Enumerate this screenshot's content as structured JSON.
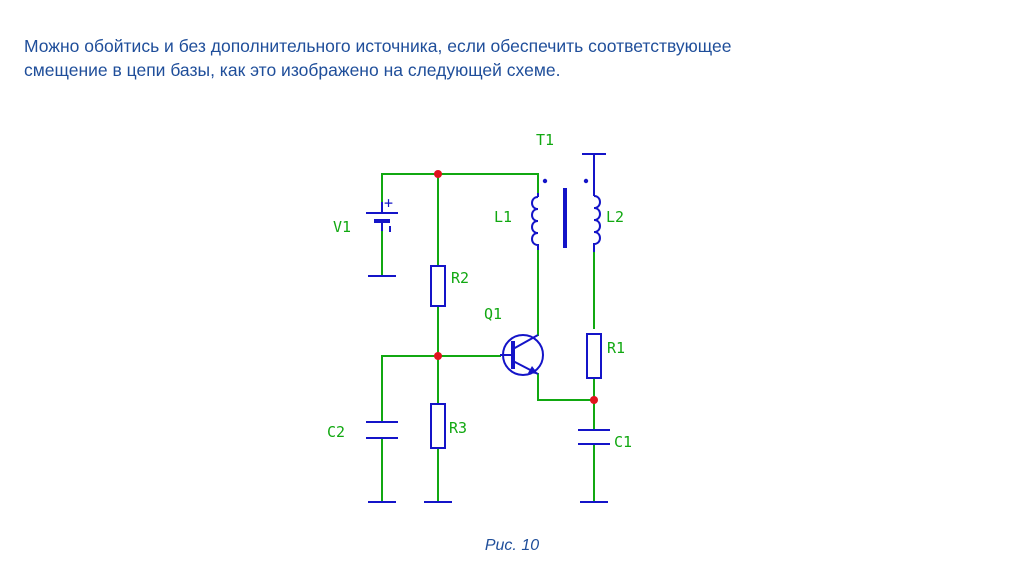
{
  "text": {
    "line1": "Можно обойтись и без дополнительного источника, если обеспечить соответствующее",
    "line2": "смещение в цепи базы, как это изображено на следующей схеме."
  },
  "caption": "Рис. 10",
  "schematic": {
    "labels": {
      "t1": "T1",
      "l1": "L1",
      "l2": "L2",
      "v1": "V1",
      "r2": "R2",
      "q1": "Q1",
      "r1": "R1",
      "c2": "C2",
      "r3": "R3",
      "c1": "C1",
      "plus": "+"
    },
    "colors": {
      "wire": "#11a811",
      "component": "#1414c8",
      "junction": "#e0141e",
      "text": "#1f4e9a"
    }
  }
}
